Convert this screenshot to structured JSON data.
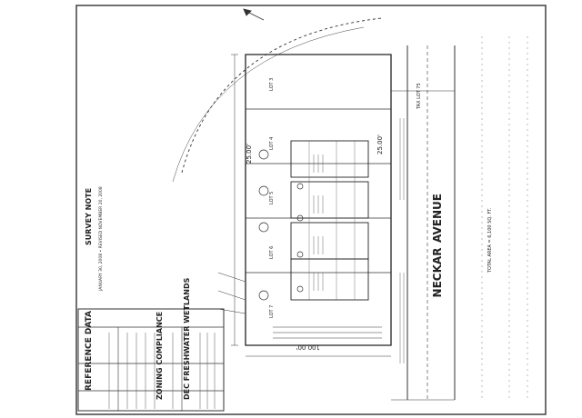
{
  "sheet": {
    "reference_title": "REFERENCE DATA",
    "survey_title": "SURVEY NOTE",
    "survey_line": "JANUARY 30, 2008 • REVISED NOVEMBER 20, 2008",
    "zoning_title": "ZONING COMPLIANCE",
    "dec_title": "DEC FRESHWATER WETLANDS",
    "street_upper": "AVENUE",
    "street_lower": "NECKAR",
    "area_note": "TOTAL AREA = 6,100 SQ. FT.",
    "dimension_25": "25.00'",
    "dimension_100": "100.00'",
    "dimension_25_right": "25.00'",
    "lot_labels": [
      "LOT 3",
      "LOT 4",
      "LOT 5",
      "LOT 6",
      "LOT 7"
    ],
    "tax_lot": "TAX LOT 75"
  },
  "palette": {
    "ink": "#222222",
    "paper": "#ffffff",
    "grid": "#555555"
  }
}
